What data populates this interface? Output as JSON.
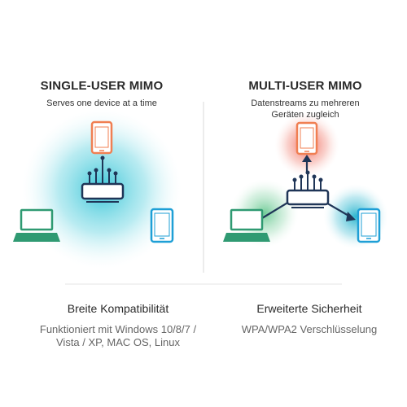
{
  "left": {
    "title": "SINGLE-USER MIMO",
    "subtitle": "Serves one device at a time"
  },
  "right": {
    "title": "MULTI-USER MIMO",
    "subtitle_line1": "Datenstreams zu mehreren",
    "subtitle_line2": "Geräten zugleich"
  },
  "features": {
    "left_title": "Breite Kompatibilität",
    "left_body_line1": "Funktioniert mit Windows 10/8/7 /",
    "left_body_line2": "Vista / XP, MAC OS, Linux",
    "right_title": "Erweiterte Sicherheit",
    "right_body": "WPA/WPA2 Verschlüsselung"
  },
  "colors": {
    "coverage_blue": "#2fc3d6",
    "coverage_red": "#ef5a4a",
    "coverage_green": "#4fbf7f",
    "phone_orange": "#f07f52",
    "laptop_green": "#2f9a72",
    "tablet_blue": "#1e9fd6",
    "router_navy": "#1f3557"
  },
  "icons": [
    "router-icon",
    "smartphone-icon",
    "laptop-icon",
    "tablet-icon"
  ]
}
